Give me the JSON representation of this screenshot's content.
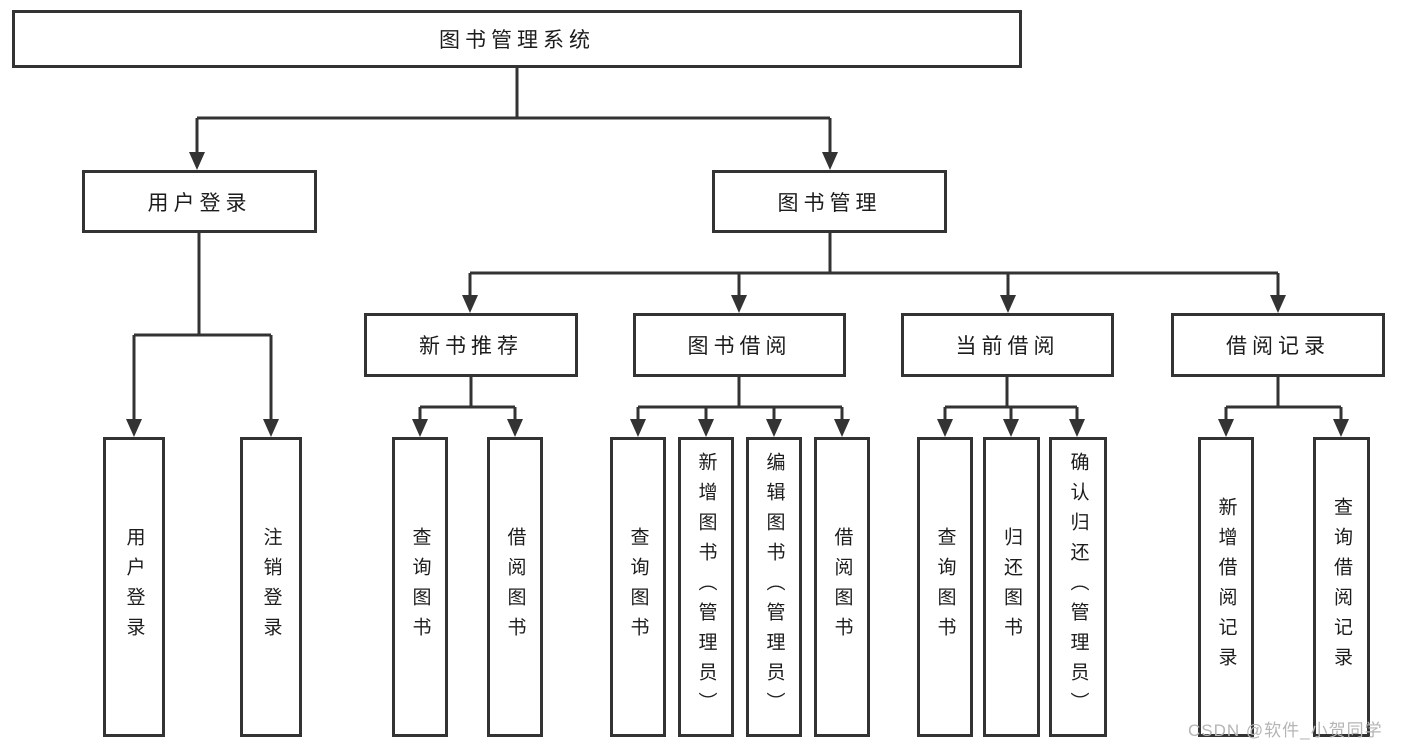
{
  "diagram": {
    "root": {
      "label": "图书管理系统"
    },
    "level2": [
      {
        "label": "用户登录"
      },
      {
        "label": "图书管理"
      }
    ],
    "level3": [
      {
        "label": "新书推荐"
      },
      {
        "label": "图书借阅"
      },
      {
        "label": "当前借阅"
      },
      {
        "label": "借阅记录"
      }
    ],
    "leaves": {
      "user_login": [
        {
          "label": "用户登录"
        },
        {
          "label": "注销登录"
        }
      ],
      "new_book": [
        {
          "label": "查询图书"
        },
        {
          "label": "借阅图书"
        }
      ],
      "book_borrow": [
        {
          "label": "查询图书"
        },
        {
          "label": "新增图书（管理员）"
        },
        {
          "label": "编辑图书（管理员）"
        },
        {
          "label": "借阅图书"
        }
      ],
      "current_borrow": [
        {
          "label": "查询图书"
        },
        {
          "label": "归还图书"
        },
        {
          "label": "确认归还（管理员）"
        }
      ],
      "borrow_records": [
        {
          "label": "新增借阅记录"
        },
        {
          "label": "查询借阅记录"
        }
      ]
    }
  },
  "watermark": {
    "text": "CSDN @软件_小贺同学"
  },
  "colors": {
    "line": "#333333",
    "box_border": "#333333",
    "text": "#1c1c1c",
    "watermark": "#b5b5b5",
    "background": "#ffffff"
  }
}
